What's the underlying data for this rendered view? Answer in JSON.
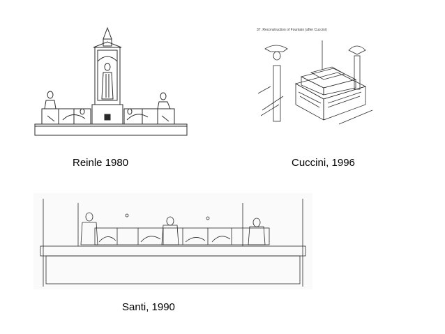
{
  "captions": {
    "reinle": "Reinle 1980",
    "cuccini": "Cuccini, 1996",
    "santi": "Santi, 1990"
  },
  "cuccini_heading": "37. Reconstruction of Fountain (after Cuccini)",
  "colors": {
    "ink": "#2a2a2a",
    "paper": "#ffffff",
    "santi_paper": "#fafafa"
  }
}
